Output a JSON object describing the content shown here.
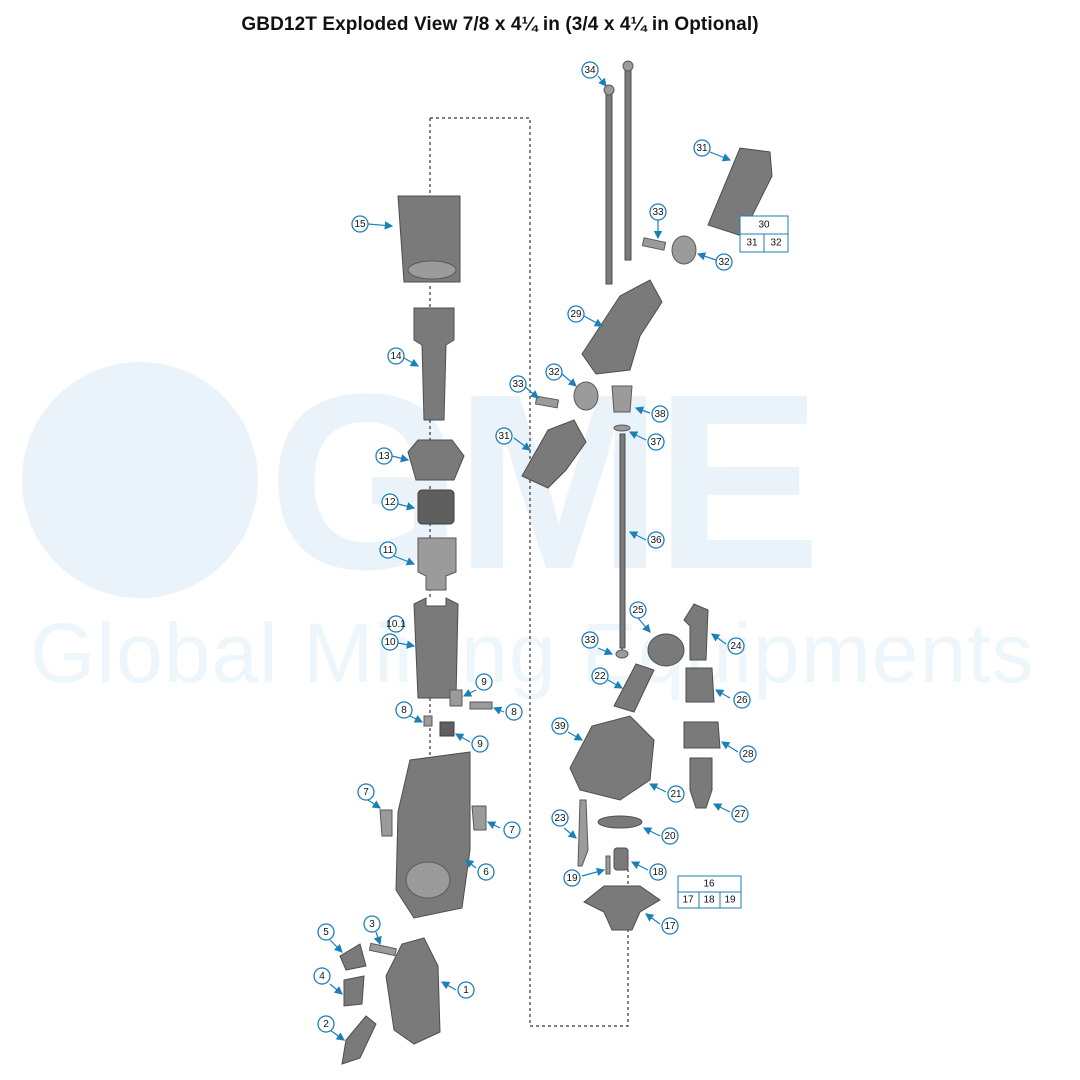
{
  "title": "GBD12T Exploded View 7/8 x 4¼ in (3/4 x 4¼ in Optional)",
  "watermark": {
    "letters": "GME",
    "tagline": "Global Mining Equipments"
  },
  "callouts": [
    "34",
    "31",
    "33",
    "32",
    "15",
    "29",
    "14",
    "33",
    "32",
    "38",
    "31",
    "37",
    "13",
    "12",
    "36",
    "11",
    "10.1",
    "25",
    "10",
    "33",
    "24",
    "22",
    "9",
    "26",
    "8",
    "8",
    "39",
    "9",
    "28",
    "7",
    "21",
    "7",
    "27",
    "23",
    "20",
    "6",
    "19",
    "18",
    "17",
    "5",
    "3",
    "4",
    "1",
    "2"
  ],
  "kits": [
    {
      "top": "30",
      "bottom": [
        "31",
        "32"
      ]
    },
    {
      "top": "16",
      "bottom": [
        "17",
        "18",
        "19"
      ]
    }
  ]
}
